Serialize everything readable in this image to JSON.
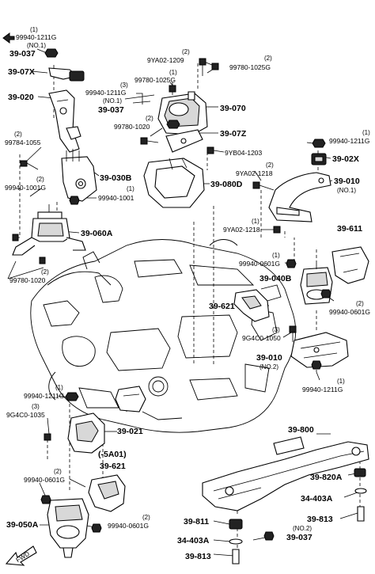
{
  "labels": {
    "p99940_1211G_no1_top": "99940-1211G",
    "p99940_1211G_no1_top_q": "(1)",
    "p99940_1211G_no1_top_sub": "(NO.1)",
    "p39_037_top": "39-037",
    "p39_07X": "39-07X",
    "p39_020": "39-020",
    "p99784_1055": "99784-1055",
    "p99784_1055_q": "(2)",
    "p99940_1001G": "99940-1001G",
    "p99940_1001G_q": "(2)",
    "p39_030B": "39-030B",
    "p99940_1001": "99940-1001",
    "p99940_1001_q": "(1)",
    "p39_060A": "39-060A",
    "p99780_1020_left": "99780-1020",
    "p99780_1020_left_q": "(2)",
    "p9YA02_1209": "9YA02-1209",
    "p9YA02_1209_q": "(2)",
    "p99780_1025G_left": "99780-1025G",
    "p99780_1025G_left_q": "(1)",
    "p99780_1025G_right": "99780-1025G",
    "p99780_1025G_right_q": "(2)",
    "p99940_1211G_no1_mid": "99940-1211G",
    "p99940_1211G_no1_mid_q": "(3)",
    "p99940_1211G_no1_mid_sub": "(NO.1)",
    "p39_037_mid": "39-037",
    "p39_070": "39-070",
    "p99780_1020_mid": "99780-1020",
    "p99780_1020_mid_q": "(2)",
    "p39_07Z": "39-07Z",
    "p9YB04_1203": "9YB04-1203",
    "p39_080D": "39-080D",
    "p99940_1211G_right": "99940-1211G",
    "p99940_1211G_right_q": "(1)",
    "p39_02X": "39-02X",
    "p9YA02_1218_top": "9YA02-1218",
    "p9YA02_1218_top_q": "(2)",
    "p39_010_no1": "39-010",
    "p39_010_no1_sub": "(NO.1)",
    "p9YA02_1218_bot": "9YA02-1218",
    "p9YA02_1218_bot_q": "(1)",
    "p39_611": "39-611",
    "p99940_0601G_mid": "99940-0601G",
    "p99940_0601G_mid_q": "(1)",
    "p39_040B": "39-040B",
    "p39_621_mid": "39-621",
    "p99940_0601G_right": "99940-0601G",
    "p99940_0601G_right_q": "(2)",
    "p9G4C0_1050": "9G4C0-1050",
    "p9G4C0_1050_q": "(3)",
    "p39_010_no2": "39-010",
    "p39_010_no2_sub": "(NO.2)",
    "p99940_1211G_bot_right": "99940-1211G",
    "p99940_1211G_bot_right_q": "(1)",
    "p99940_1211G_bot_left": "99940-1211G",
    "p99940_1211G_bot_left_q": "(1)",
    "p9G4C0_1035": "9G4C0-1035",
    "p9G4C0_1035_q": "(3)",
    "p39_021": "39-021",
    "p5A01": "(-5A01)",
    "p39_621_bot": "39-621",
    "p99940_0601G_bot_left": "99940-0601G",
    "p99940_0601G_bot_left_q": "(2)",
    "p39_050A": "39-050A",
    "p99940_0601G_bot": "99940-0601G",
    "p99940_0601G_bot_q": "(2)",
    "p39_800": "39-800",
    "p39_820A": "39-820A",
    "p34_403A_right": "34-403A",
    "p39_813_right": "39-813",
    "p39_811": "39-811",
    "p34_403A_bot": "34-403A",
    "p39_037_bot": "39-037",
    "p39_037_bot_sub": "(NO.2)",
    "p39_813_bot": "39-813",
    "fwd": "FWD"
  }
}
